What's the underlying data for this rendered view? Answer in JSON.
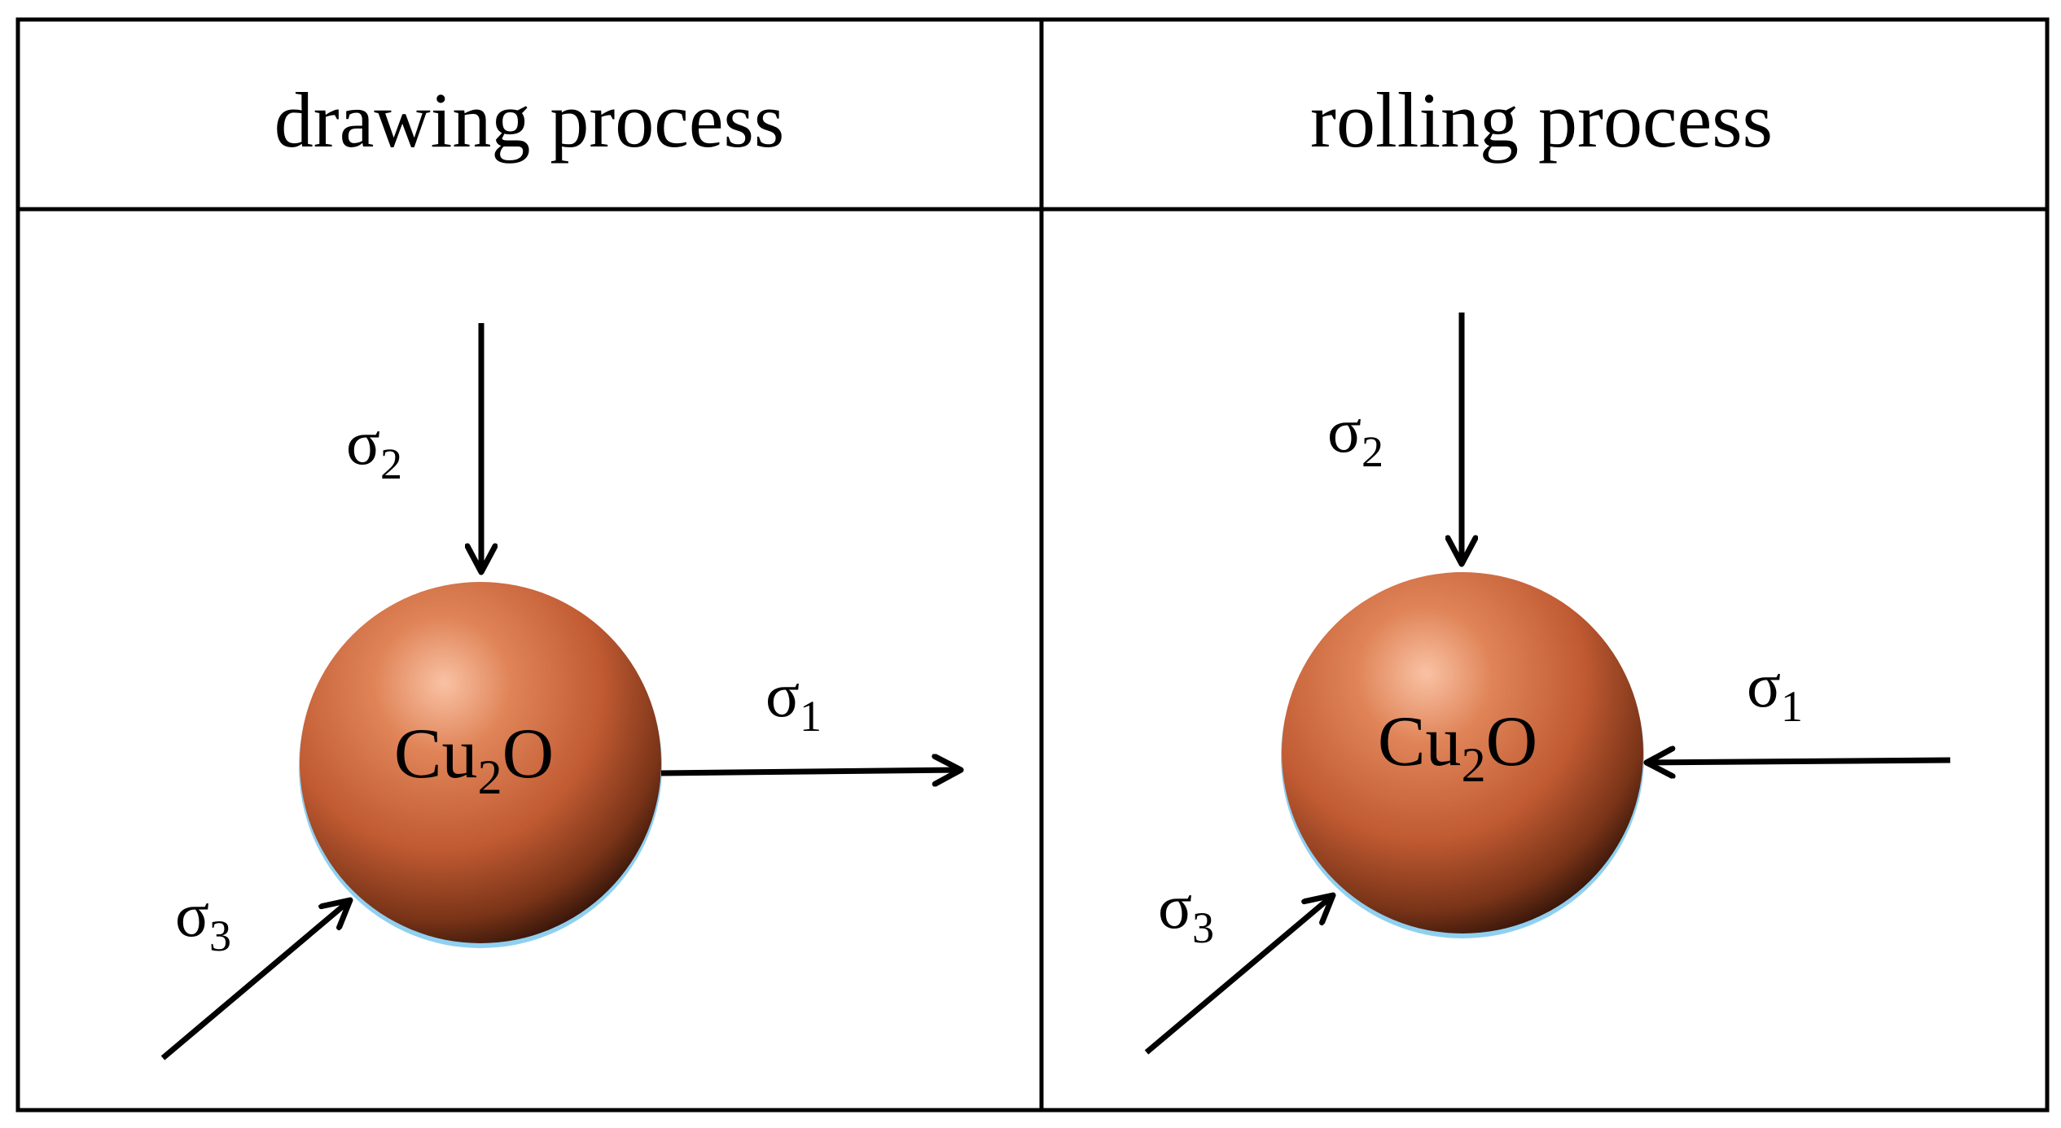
{
  "panels": [
    {
      "header": "drawing process",
      "particle": {
        "base": "Cu",
        "subscript": "2",
        "suffix": "O"
      },
      "stresses": [
        {
          "symbol": "σ",
          "subscript": "2",
          "direction": "compressive, from top"
        },
        {
          "symbol": "σ",
          "subscript": "1",
          "direction": "tensile, pointing right"
        },
        {
          "symbol": "σ",
          "subscript": "3",
          "direction": "compressive, from lower-left"
        }
      ]
    },
    {
      "header": "rolling process",
      "particle": {
        "base": "Cu",
        "subscript": "2",
        "suffix": "O"
      },
      "stresses": [
        {
          "symbol": "σ",
          "subscript": "2",
          "direction": "compressive, from top"
        },
        {
          "symbol": "σ",
          "subscript": "1",
          "direction": "compressive, from right"
        },
        {
          "symbol": "σ",
          "subscript": "3",
          "direction": "compressive, from lower-left"
        }
      ]
    }
  ],
  "colors": {
    "particle_highlight": "#f7b89a",
    "particle_mid": "#c8643c",
    "particle_shadow": "#3a1a0a",
    "particle_rim": "#8fd0f0",
    "lines": "#000000"
  }
}
